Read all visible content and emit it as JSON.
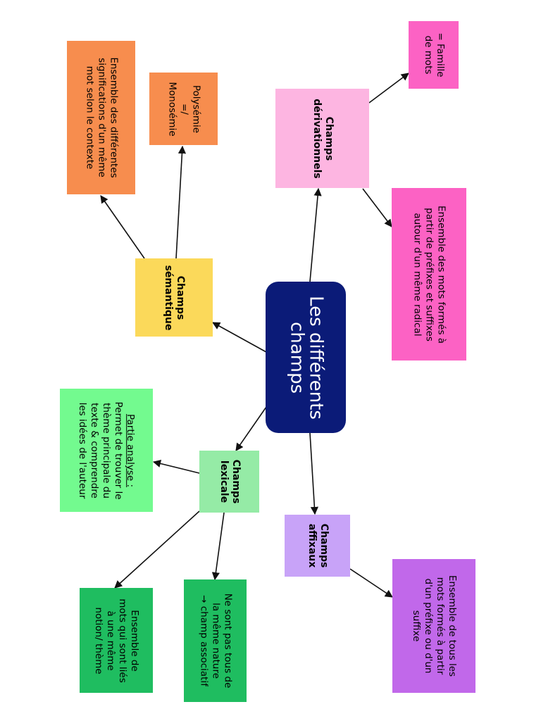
{
  "title": {
    "lines": [
      "Les différents",
      "champs"
    ],
    "color": "#0b1b78"
  },
  "branches": {
    "semantique": {
      "label": [
        "Champs",
        "sémantique"
      ],
      "color": "#fbd95a",
      "children": {
        "definition": {
          "lines": [
            "Ensemble des différentes",
            "significations d'un même",
            "mot selon le contexte"
          ],
          "color": "#f78d4e"
        },
        "polysemie": {
          "lines": [
            "Polysémie",
            "=/",
            "Monosémie"
          ],
          "color": "#f78d4e"
        }
      }
    },
    "derivationnels": {
      "label": [
        "Champs",
        "dérivationnels"
      ],
      "color": "#fdb5e1",
      "children": {
        "famille": {
          "lines": [
            "= Famille",
            "de mots"
          ],
          "color": "#fc62c4"
        },
        "definition": {
          "lines": [
            "Ensemble des mots formés à",
            "partir de préfixes et suffixes",
            "autour d'un même radical"
          ],
          "color": "#fc62c4"
        }
      }
    },
    "lexicale": {
      "label": [
        "Champs",
        "lexicale"
      ],
      "color": "#95eba6",
      "children": {
        "analyse": {
          "heading": "Partie analyse :",
          "lines": [
            "Permet de trouver le",
            "thème principale du",
            "texte & comprendre",
            "les idées de l'auteur"
          ],
          "color": "#73fa8f"
        },
        "definition": {
          "lines": [
            "Ensemble de",
            "mots qui sont liés",
            "à une même",
            "notion/ thème"
          ],
          "color": "#1fbd60"
        },
        "nature": {
          "lines": [
            "Ne sont pas tous de",
            "la même nature",
            "→ champ associatif"
          ],
          "color": "#1fbd60"
        }
      }
    },
    "affixaux": {
      "label": [
        "Champs",
        "affixaux"
      ],
      "color": "#c8a3f8",
      "children": {
        "definition": {
          "lines": [
            "Ensemble de tous les",
            "mots formés à partir",
            "d'un préfixe ou d'un",
            "suffixe"
          ],
          "color": "#c168ea"
        }
      }
    }
  }
}
